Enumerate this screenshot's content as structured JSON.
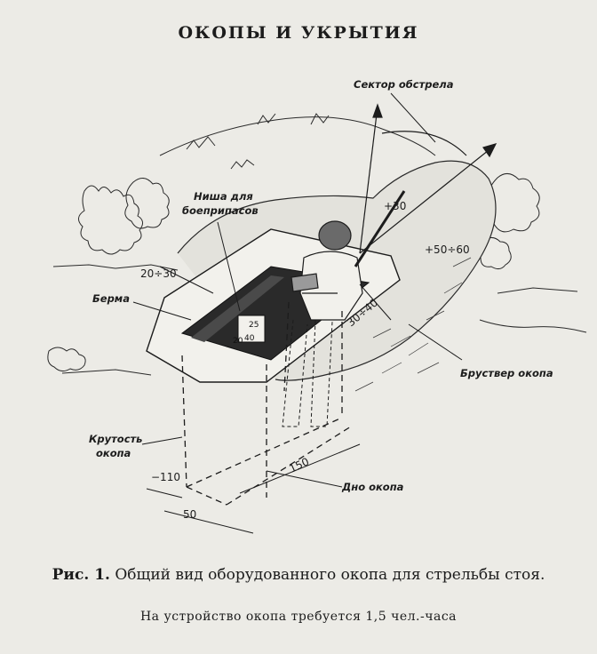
{
  "page": {
    "title": "ОКОПЫ И УКРЫТИЯ"
  },
  "figure": {
    "labels": {
      "sector": "Сектор обстрела",
      "niche": "Ниша для боеприпасов",
      "niche_line1": "Ниша для",
      "niche_line2": "боеприпасов",
      "berm": "Берма",
      "parapet": "Бруствер окопа",
      "steepness": "Крутость окопа",
      "steepness_line1": "Крутость",
      "steepness_line2": "окопа",
      "bottom": "Дно окопа"
    },
    "dimensions": {
      "plus30": "+30",
      "plus50_60": "+50÷60",
      "d20_30": "20÷30",
      "d30_40": "30÷40",
      "minus110": "−110",
      "d150": "150",
      "d50": "50",
      "niche_25": "25",
      "niche_20": "20",
      "niche_40": "40"
    }
  },
  "caption": {
    "fig_no": "Рис. 1.",
    "text": "Общий вид оборудованного окопа для стрельбы стоя."
  },
  "note": "На устройство окопа требуется 1,5 чел.-часа"
}
